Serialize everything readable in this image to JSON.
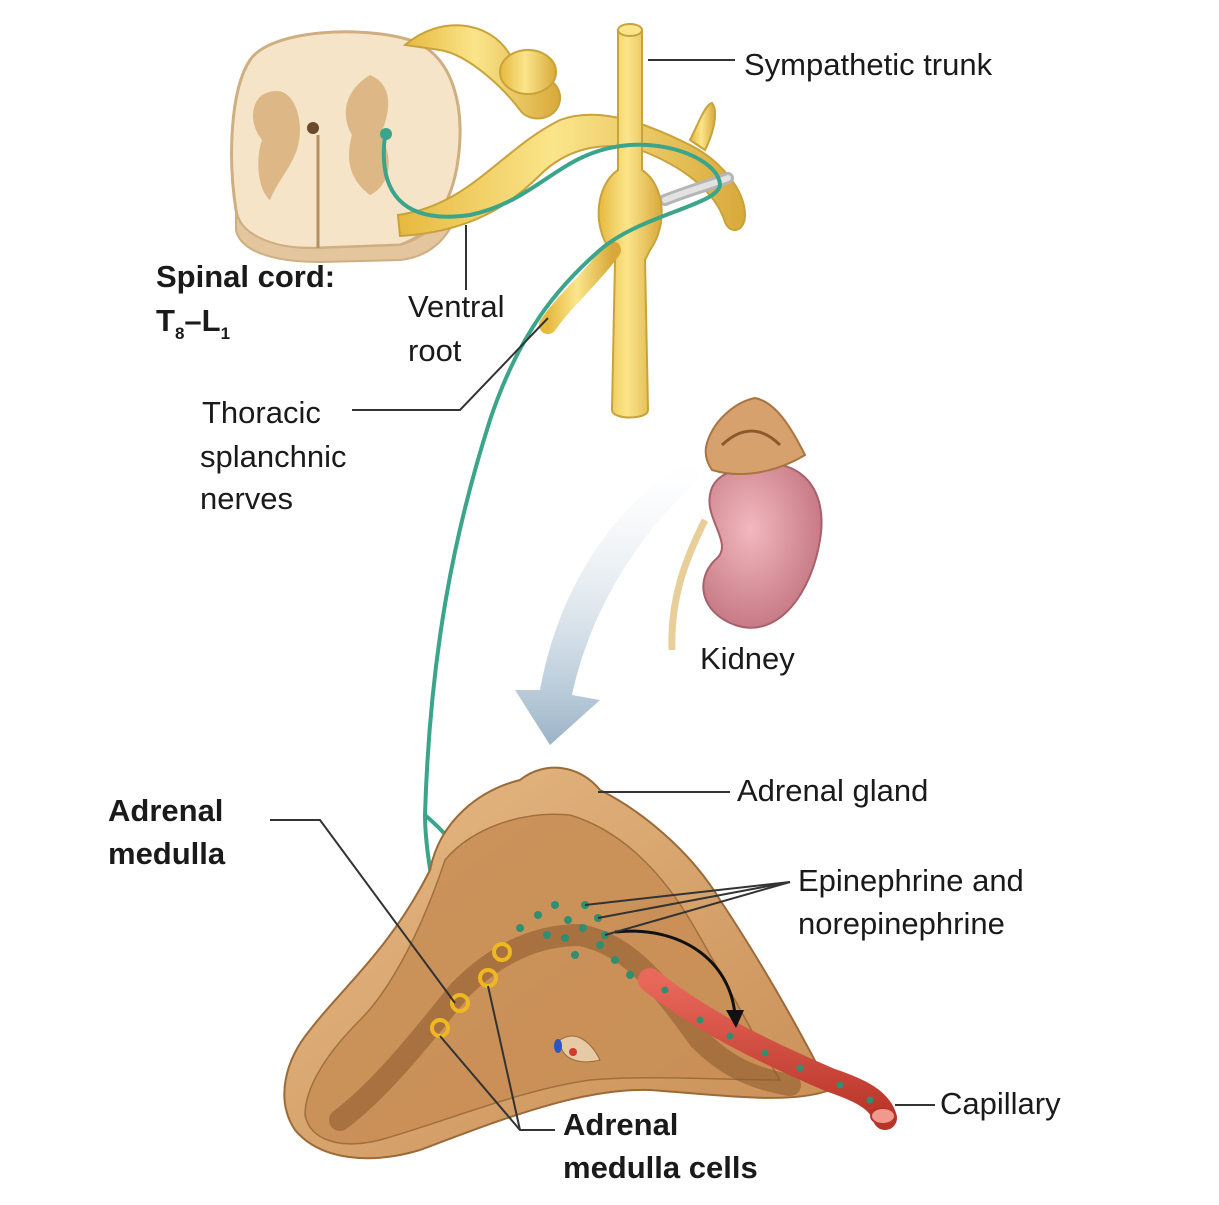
{
  "labels": {
    "sympathetic_trunk": "Sympathetic trunk",
    "spinal_cord_line1": "Spinal cord:",
    "spinal_cord_t": "T",
    "spinal_cord_t_sub": "8",
    "spinal_cord_dash": "–L",
    "spinal_cord_l_sub": "1",
    "ventral_root_1": "Ventral",
    "ventral_root_2": "root",
    "thoracic_1": "Thoracic",
    "thoracic_2": "splanchnic",
    "thoracic_3": "nerves",
    "kidney": "Kidney",
    "adrenal_gland": "Adrenal gland",
    "adrenal_medulla_1": "Adrenal",
    "adrenal_medulla_2": "medulla",
    "epinephrine_1": "Epinephrine and",
    "epinephrine_2": "norepinephrine",
    "capillary": "Capillary",
    "medulla_cells_1": "Adrenal",
    "medulla_cells_2": "medulla cells"
  },
  "colors": {
    "nerve_yellow": "#f3d25a",
    "nerve_outline": "#c9a23a",
    "neuron_green": "#3aa58a",
    "gland_tan": "#d9a56f",
    "gland_dark": "#b27a45",
    "kidney_pink": "#d98b95",
    "capillary_red": "#d94a3a",
    "arrow_blue": "#9fb8cc"
  }
}
